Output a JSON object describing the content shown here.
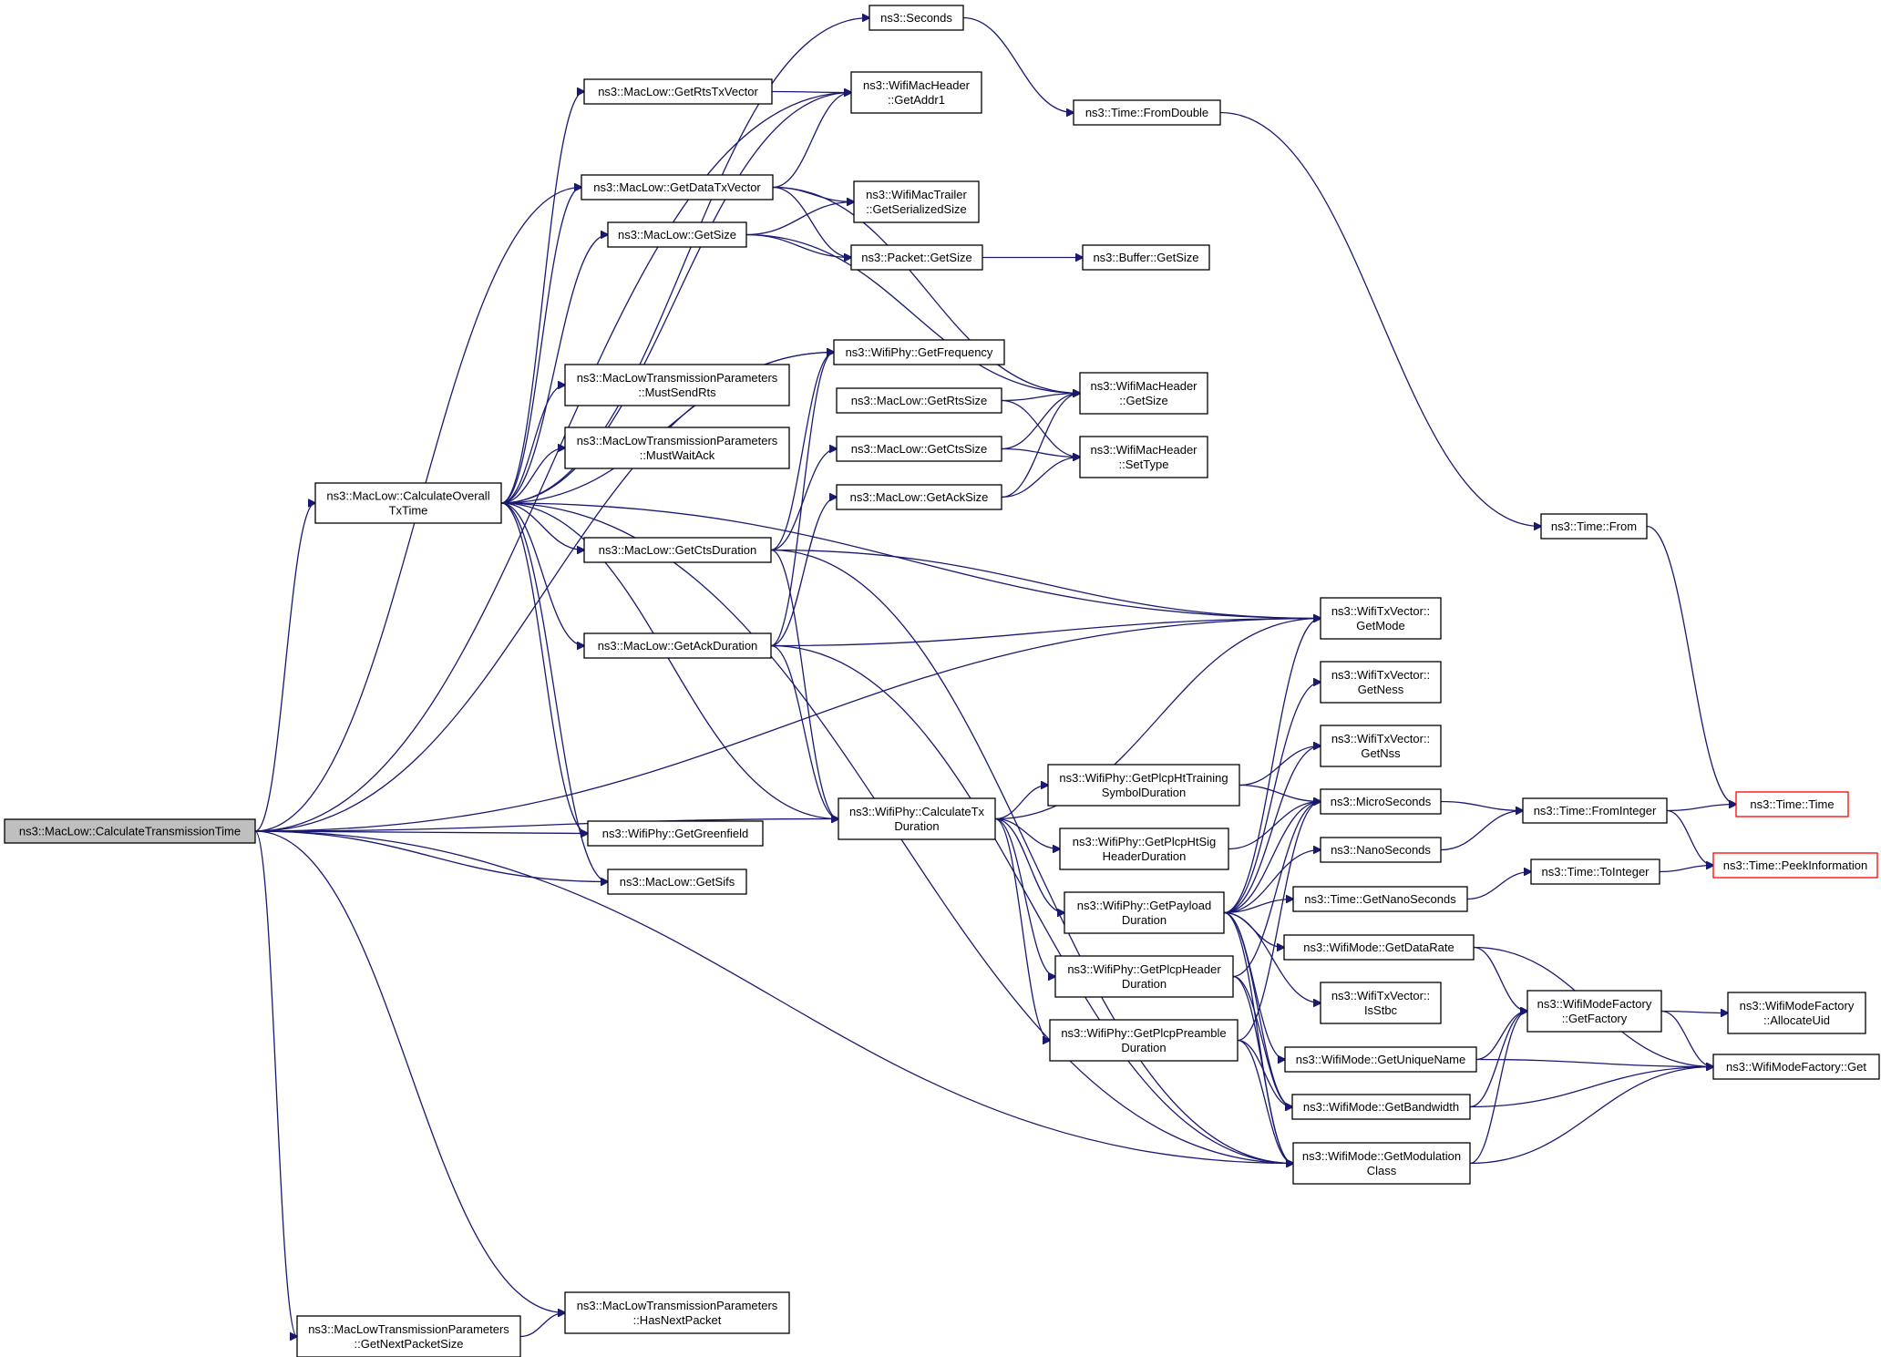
{
  "colors": {
    "edge": "#191970",
    "node_border": "#000000",
    "root_fill": "#bfbfbf",
    "truncated_border": "#ff0000",
    "background": "#ffffff"
  },
  "nodes": {
    "root": [
      "ns3::MacLow::CalculateTransmissionTime"
    ],
    "calc_overall": [
      "ns3::MacLow::CalculateOverall",
      "TxTime"
    ],
    "seconds": [
      "ns3::Seconds"
    ],
    "get_rts_tx_vector": [
      "ns3::MacLow::GetRtsTxVector"
    ],
    "hdr_get_addr1": [
      "ns3::WifiMacHeader",
      "::GetAddr1"
    ],
    "time_from_double": [
      "ns3::Time::FromDouble"
    ],
    "get_data_tx_vector": [
      "ns3::MacLow::GetDataTxVector"
    ],
    "trailer_serialized_size": [
      "ns3::WifiMacTrailer",
      "::GetSerializedSize"
    ],
    "maclow_get_size": [
      "ns3::MacLow::GetSize"
    ],
    "packet_get_size": [
      "ns3::Packet::GetSize"
    ],
    "buffer_get_size": [
      "ns3::Buffer::GetSize"
    ],
    "phy_get_frequency": [
      "ns3::WifiPhy::GetFrequency"
    ],
    "must_send_rts": [
      "ns3::MacLowTransmissionParameters",
      "::MustSendRts"
    ],
    "must_wait_ack": [
      "ns3::MacLowTransmissionParameters",
      "::MustWaitAck"
    ],
    "get_rts_size": [
      "ns3::MacLow::GetRtsSize"
    ],
    "hdr_get_size": [
      "ns3::WifiMacHeader",
      "::GetSize"
    ],
    "get_cts_size": [
      "ns3::MacLow::GetCtsSize"
    ],
    "hdr_set_type": [
      "ns3::WifiMacHeader",
      "::SetType"
    ],
    "get_ack_size": [
      "ns3::MacLow::GetAckSize"
    ],
    "time_from": [
      "ns3::Time::From"
    ],
    "get_cts_duration": [
      "ns3::MacLow::GetCtsDuration"
    ],
    "txv_get_mode": [
      "ns3::WifiTxVector::",
      "GetMode"
    ],
    "get_ack_duration": [
      "ns3::MacLow::GetAckDuration"
    ],
    "txv_get_ness": [
      "ns3::WifiTxVector::",
      "GetNess"
    ],
    "txv_get_nss": [
      "ns3::WifiTxVector::",
      "GetNss"
    ],
    "ht_training": [
      "ns3::WifiPhy::GetPlcpHtTraining",
      "SymbolDuration"
    ],
    "calc_tx_duration": [
      "ns3::WifiPhy::CalculateTx",
      "Duration"
    ],
    "micro_seconds": [
      "ns3::MicroSeconds"
    ],
    "time_from_integer": [
      "ns3::Time::FromInteger"
    ],
    "time_time": [
      "ns3::Time::Time"
    ],
    "get_greenfield": [
      "ns3::WifiPhy::GetGreenfield"
    ],
    "ht_sig_header": [
      "ns3::WifiPhy::GetPlcpHtSig",
      "HeaderDuration"
    ],
    "nano_seconds": [
      "ns3::NanoSeconds"
    ],
    "peek_information": [
      "ns3::Time::PeekInformation"
    ],
    "time_to_integer": [
      "ns3::Time::ToInteger"
    ],
    "get_sifs": [
      "ns3::MacLow::GetSifs"
    ],
    "payload_duration": [
      "ns3::WifiPhy::GetPayload",
      "Duration"
    ],
    "time_get_nano": [
      "ns3::Time::GetNanoSeconds"
    ],
    "mode_data_rate": [
      "ns3::WifiMode::GetDataRate"
    ],
    "plcp_header_duration": [
      "ns3::WifiPhy::GetPlcpHeader",
      "Duration"
    ],
    "txv_is_stbc": [
      "ns3::WifiTxVector::",
      "IsStbc"
    ],
    "factory_get_factory": [
      "ns3::WifiModeFactory",
      "::GetFactory"
    ],
    "factory_allocate_uid": [
      "ns3::WifiModeFactory",
      "::AllocateUid"
    ],
    "plcp_preamble_duration": [
      "ns3::WifiPhy::GetPlcpPreamble",
      "Duration"
    ],
    "mode_unique_name": [
      "ns3::WifiMode::GetUniqueName"
    ],
    "factory_get": [
      "ns3::WifiModeFactory::Get"
    ],
    "mode_bandwidth": [
      "ns3::WifiMode::GetBandwidth"
    ],
    "mode_modulation": [
      "ns3::WifiMode::GetModulation",
      "Class"
    ],
    "has_next_packet": [
      "ns3::MacLowTransmissionParameters",
      "::HasNextPacket"
    ],
    "get_next_packet_size": [
      "ns3::MacLowTransmissionParameters",
      "::GetNextPacketSize"
    ]
  },
  "truncated_nodes": [
    "time_time",
    "peek_information"
  ],
  "root_node": "root",
  "edges": [
    [
      "root",
      "calc_overall"
    ],
    [
      "root",
      "hdr_get_addr1"
    ],
    [
      "root",
      "get_data_tx_vector"
    ],
    [
      "root",
      "phy_get_frequency"
    ],
    [
      "root",
      "txv_get_mode"
    ],
    [
      "root",
      "get_greenfield"
    ],
    [
      "root",
      "get_sifs"
    ],
    [
      "root",
      "calc_tx_duration"
    ],
    [
      "root",
      "mode_modulation"
    ],
    [
      "root",
      "has_next_packet"
    ],
    [
      "root",
      "get_next_packet_size"
    ],
    [
      "calc_overall",
      "seconds"
    ],
    [
      "calc_overall",
      "get_rts_tx_vector"
    ],
    [
      "calc_overall",
      "hdr_get_addr1"
    ],
    [
      "calc_overall",
      "get_data_tx_vector"
    ],
    [
      "calc_overall",
      "maclow_get_size"
    ],
    [
      "calc_overall",
      "phy_get_frequency"
    ],
    [
      "calc_overall",
      "must_send_rts"
    ],
    [
      "calc_overall",
      "must_wait_ack"
    ],
    [
      "calc_overall",
      "get_cts_duration"
    ],
    [
      "calc_overall",
      "get_ack_duration"
    ],
    [
      "calc_overall",
      "txv_get_mode"
    ],
    [
      "calc_overall",
      "calc_tx_duration"
    ],
    [
      "calc_overall",
      "get_greenfield"
    ],
    [
      "calc_overall",
      "get_sifs"
    ],
    [
      "calc_overall",
      "mode_modulation"
    ],
    [
      "seconds",
      "time_from_double"
    ],
    [
      "time_from_double",
      "time_from"
    ],
    [
      "time_from",
      "time_time"
    ],
    [
      "get_rts_tx_vector",
      "hdr_get_addr1"
    ],
    [
      "get_data_tx_vector",
      "hdr_get_addr1"
    ],
    [
      "get_data_tx_vector",
      "trailer_serialized_size"
    ],
    [
      "get_data_tx_vector",
      "packet_get_size"
    ],
    [
      "get_data_tx_vector",
      "hdr_get_size"
    ],
    [
      "maclow_get_size",
      "trailer_serialized_size"
    ],
    [
      "maclow_get_size",
      "packet_get_size"
    ],
    [
      "maclow_get_size",
      "hdr_get_size"
    ],
    [
      "packet_get_size",
      "buffer_get_size"
    ],
    [
      "get_rts_size",
      "hdr_get_size"
    ],
    [
      "get_rts_size",
      "hdr_set_type"
    ],
    [
      "get_cts_size",
      "hdr_get_size"
    ],
    [
      "get_cts_size",
      "hdr_set_type"
    ],
    [
      "get_ack_size",
      "hdr_get_size"
    ],
    [
      "get_ack_size",
      "hdr_set_type"
    ],
    [
      "get_cts_duration",
      "phy_get_frequency"
    ],
    [
      "get_cts_duration",
      "get_cts_size"
    ],
    [
      "get_cts_duration",
      "txv_get_mode"
    ],
    [
      "get_cts_duration",
      "calc_tx_duration"
    ],
    [
      "get_cts_duration",
      "mode_modulation"
    ],
    [
      "get_ack_duration",
      "phy_get_frequency"
    ],
    [
      "get_ack_duration",
      "get_ack_size"
    ],
    [
      "get_ack_duration",
      "txv_get_mode"
    ],
    [
      "get_ack_duration",
      "calc_tx_duration"
    ],
    [
      "get_ack_duration",
      "mode_modulation"
    ],
    [
      "calc_tx_duration",
      "ht_training"
    ],
    [
      "calc_tx_duration",
      "ht_sig_header"
    ],
    [
      "calc_tx_duration",
      "payload_duration"
    ],
    [
      "calc_tx_duration",
      "plcp_header_duration"
    ],
    [
      "calc_tx_duration",
      "plcp_preamble_duration"
    ],
    [
      "calc_tx_duration",
      "txv_get_mode"
    ],
    [
      "ht_training",
      "txv_get_nss"
    ],
    [
      "ht_training",
      "micro_seconds"
    ],
    [
      "ht_sig_header",
      "micro_seconds"
    ],
    [
      "payload_duration",
      "txv_get_ness"
    ],
    [
      "payload_duration",
      "txv_get_nss"
    ],
    [
      "payload_duration",
      "micro_seconds"
    ],
    [
      "payload_duration",
      "nano_seconds"
    ],
    [
      "payload_duration",
      "time_get_nano"
    ],
    [
      "payload_duration",
      "mode_data_rate"
    ],
    [
      "payload_duration",
      "txv_is_stbc"
    ],
    [
      "payload_duration",
      "mode_unique_name"
    ],
    [
      "payload_duration",
      "mode_bandwidth"
    ],
    [
      "payload_duration",
      "mode_modulation"
    ],
    [
      "payload_duration",
      "txv_get_mode"
    ],
    [
      "plcp_header_duration",
      "micro_seconds"
    ],
    [
      "plcp_header_duration",
      "mode_bandwidth"
    ],
    [
      "plcp_header_duration",
      "mode_modulation"
    ],
    [
      "plcp_preamble_duration",
      "micro_seconds"
    ],
    [
      "plcp_preamble_duration",
      "mode_bandwidth"
    ],
    [
      "plcp_preamble_duration",
      "mode_modulation"
    ],
    [
      "micro_seconds",
      "time_from_integer"
    ],
    [
      "nano_seconds",
      "time_from_integer"
    ],
    [
      "time_from_integer",
      "time_time"
    ],
    [
      "time_from_integer",
      "peek_information"
    ],
    [
      "time_get_nano",
      "time_to_integer"
    ],
    [
      "time_to_integer",
      "peek_information"
    ],
    [
      "mode_data_rate",
      "factory_get_factory"
    ],
    [
      "mode_data_rate",
      "factory_get"
    ],
    [
      "mode_unique_name",
      "factory_get_factory"
    ],
    [
      "mode_unique_name",
      "factory_get"
    ],
    [
      "mode_bandwidth",
      "factory_get_factory"
    ],
    [
      "mode_bandwidth",
      "factory_get"
    ],
    [
      "mode_modulation",
      "factory_get_factory"
    ],
    [
      "mode_modulation",
      "factory_get"
    ],
    [
      "factory_get_factory",
      "factory_allocate_uid"
    ],
    [
      "factory_get_factory",
      "factory_get"
    ],
    [
      "get_next_packet_size",
      "has_next_packet"
    ]
  ]
}
